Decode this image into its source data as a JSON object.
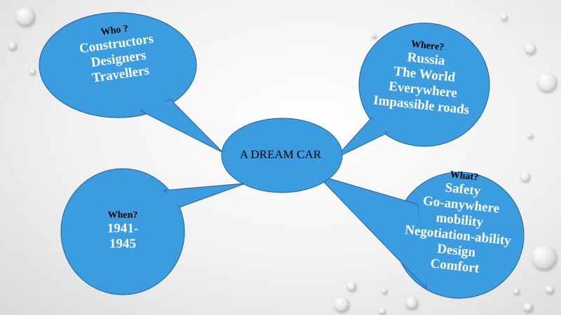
{
  "center": {
    "label": "A DREAM CAR"
  },
  "bubbles": {
    "who": {
      "heading": "Who ?",
      "items": [
        "Constructors",
        "Designers",
        "Travellers"
      ]
    },
    "where": {
      "heading": "Where?",
      "items": [
        "Russia",
        "The World",
        "Everywhere",
        "Impassible roads"
      ]
    },
    "when": {
      "heading": "When?",
      "items": [
        "1941-",
        "1945"
      ]
    },
    "what": {
      "heading": "What?",
      "items": [
        "Safety",
        "Go-anywhere",
        "mobility",
        "Negotiation-ability",
        "Design",
        "Comfort"
      ]
    }
  },
  "colors": {
    "bubble_fill": "#3b9de0",
    "bubble_stroke": "#2a6fa3",
    "bubble_text": "#ffffff",
    "heading_text": "#000000"
  }
}
